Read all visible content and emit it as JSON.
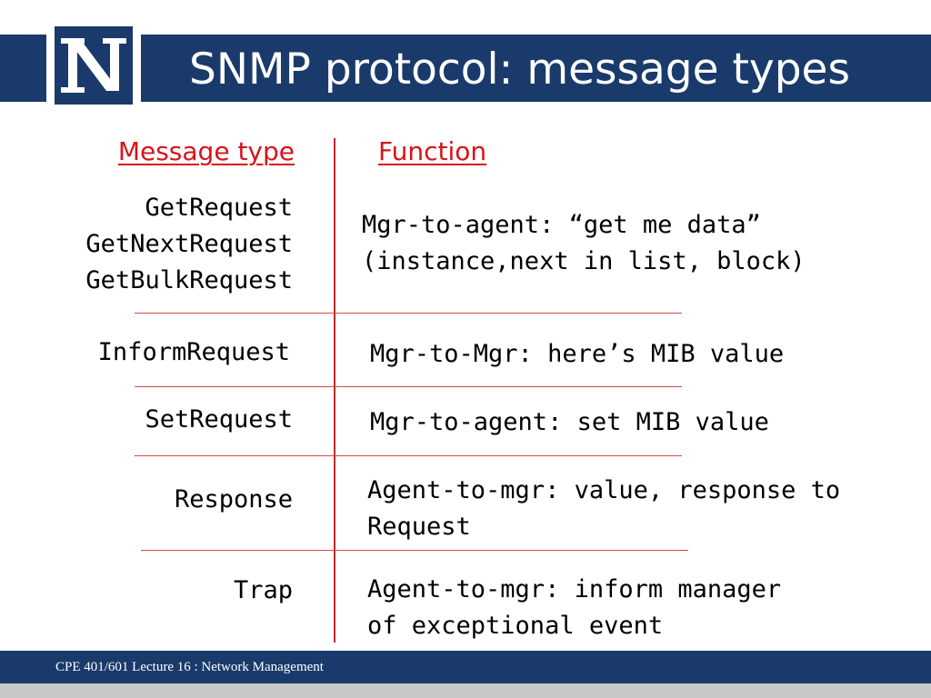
{
  "slide": {
    "title": "SNMP protocol: message types",
    "logo_icon": "university-n-logo-icon",
    "colors": {
      "navy": "#1a3a6b",
      "red": "#d8131a"
    }
  },
  "table": {
    "headers": {
      "type": "Message type",
      "function": "Function"
    },
    "rows": [
      {
        "types": [
          "GetRequest",
          "GetNextRequest",
          "GetBulkRequest"
        ],
        "function": [
          "Mgr-to-agent: “get me data”",
          "(instance,next in list, block)"
        ]
      },
      {
        "types": [
          "InformRequest"
        ],
        "function": [
          "Mgr-to-Mgr: here’s MIB value"
        ]
      },
      {
        "types": [
          "SetRequest"
        ],
        "function": [
          "Mgr-to-agent: set MIB value"
        ]
      },
      {
        "types": [
          "Response"
        ],
        "function": [
          "Agent-to-mgr: value, response to",
          "Request"
        ]
      },
      {
        "types": [
          "Trap"
        ],
        "function": [
          "Agent-to-mgr: inform manager",
          "of exceptional event"
        ]
      }
    ]
  },
  "footer": {
    "text": "CPE 401/601 Lecture 16 : Network Management"
  }
}
